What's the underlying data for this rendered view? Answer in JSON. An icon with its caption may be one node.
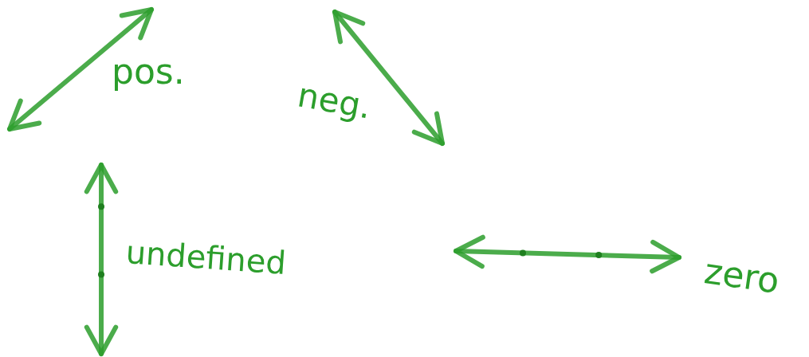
{
  "diagram": {
    "labels": [
      "pos.",
      "neg.",
      "undefined",
      "zero"
    ]
  }
}
